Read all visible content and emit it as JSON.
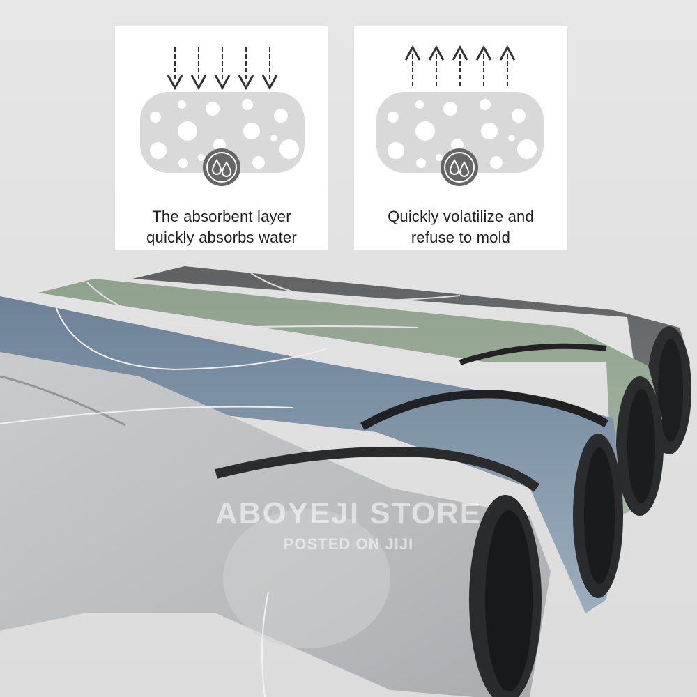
{
  "panels": {
    "left": {
      "caption_line1": "The absorbent layer",
      "caption_line2": "quickly absorbs water",
      "arrows": "down-arrows-icon"
    },
    "right": {
      "caption_line1": "Quickly volatilize and",
      "caption_line2": "refuse to mold",
      "arrows": "up-arrows-icon"
    }
  },
  "watermark": {
    "line1": "ABOYEJI STORE",
    "line2": "POSTED ON JIJI"
  },
  "colors": {
    "mat_light_gray": "#b7babc",
    "mat_blue": "#7f93a8",
    "mat_green": "#9aab98",
    "mat_dark_gray": "#707274",
    "backing": "#2a2b2c"
  }
}
